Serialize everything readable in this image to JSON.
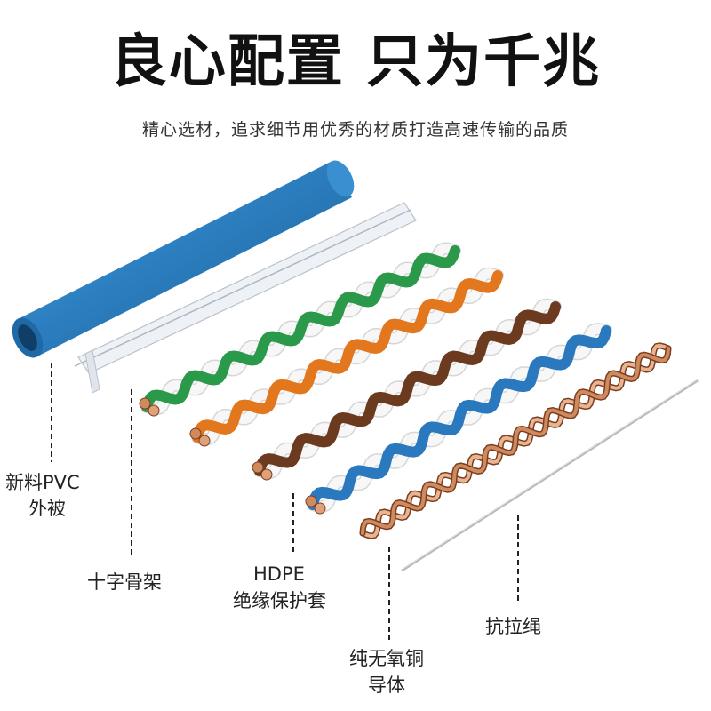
{
  "title": "良心配置  只为千兆",
  "subtitle": "精心选材，追求细节用优秀的材质打造高速传输的品质",
  "labels": {
    "pvc_line1": "新料PVC",
    "pvc_line2": "外被",
    "cross": "十字骨架",
    "hdpe_line1": "HDPE",
    "hdpe_line2": "绝缘保护套",
    "rope": "抗拉绳",
    "copper_line1": "纯无氧铜",
    "copper_line2": "导体"
  },
  "pairs": [
    {
      "name": "green-pair",
      "color": "#2a9a4a"
    },
    {
      "name": "orange-pair",
      "color": "#e2771e"
    },
    {
      "name": "brown-pair",
      "color": "#6b3a1f"
    },
    {
      "name": "blue-pair",
      "color": "#2a78bd"
    }
  ],
  "colors": {
    "jacket": "#2c7fc0",
    "copper": "#d4906a",
    "rope": "#b8b8b8"
  }
}
